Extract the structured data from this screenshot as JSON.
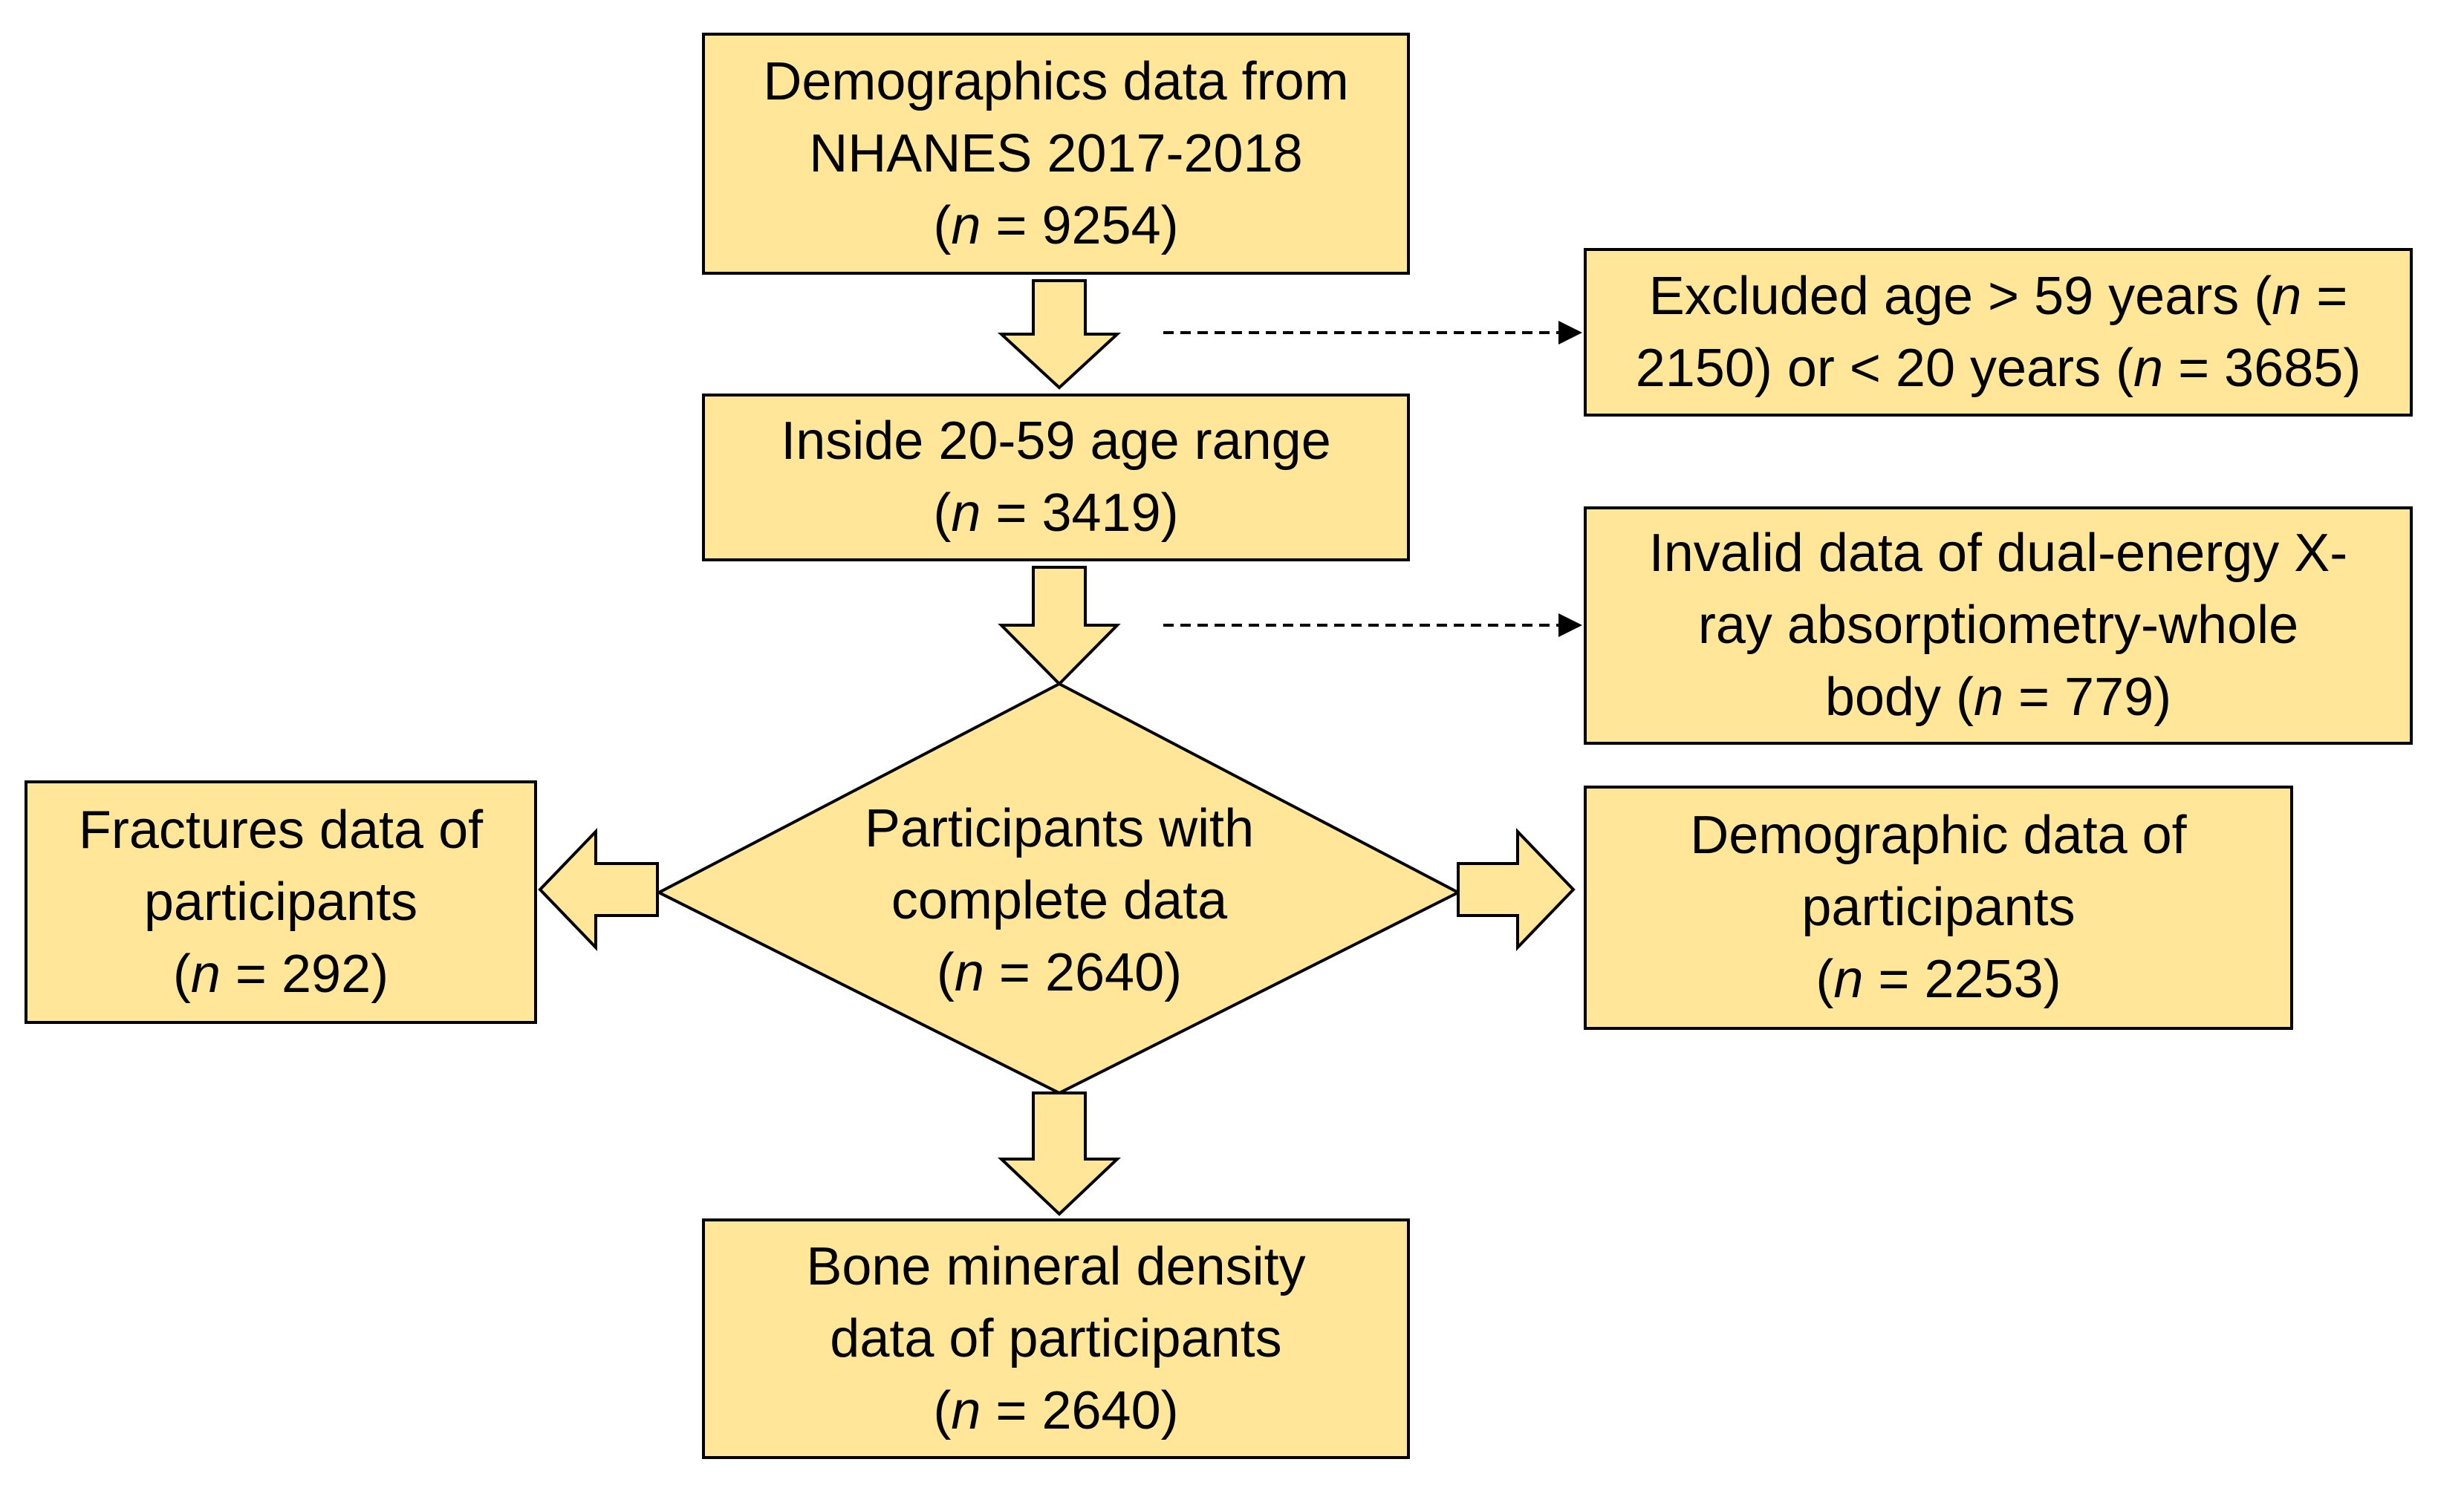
{
  "colors": {
    "box_fill": "#FFE699",
    "stroke": "#000000",
    "background": "#FFFFFF"
  },
  "nodes": {
    "demographics": {
      "line1": "Demographics data from",
      "line2": "NHANES 2017-2018",
      "count_pre": "(",
      "n": "n",
      "count_post": " = 9254)"
    },
    "age_range": {
      "line1": "Inside 20-59 age range",
      "count_pre": "(",
      "n": "n",
      "count_post": " = 3419)"
    },
    "excluded_age": {
      "l1_pre": "Excluded age > 59 years (",
      "l1_n": "n",
      "l1_post": " =",
      "l2_pre": "2150) or < 20 years (",
      "l2_n": "n",
      "l2_post": " = 3685)"
    },
    "invalid_dxa": {
      "line1": "Invalid data of dual-energy X-",
      "line2": "ray absorptiometry-whole",
      "l3_pre": "body (",
      "l3_n": "n",
      "l3_post": " = 779)"
    },
    "complete": {
      "line1": "Participants with",
      "line2": "complete data",
      "count_pre": "(",
      "n": "n",
      "count_post": " = 2640)"
    },
    "fractures": {
      "line1": "Fractures data of",
      "line2": "participants",
      "count_pre": "(",
      "n": "n",
      "count_post": " = 292)"
    },
    "demographic_participants": {
      "line1": "Demographic data of",
      "line2": "participants",
      "count_pre": "(",
      "n": "n",
      "count_post": " = 2253)"
    },
    "bmd": {
      "line1": "Bone mineral density",
      "line2": "data of participants",
      "count_pre": "(",
      "n": "n",
      "count_post": " = 2640)"
    }
  }
}
